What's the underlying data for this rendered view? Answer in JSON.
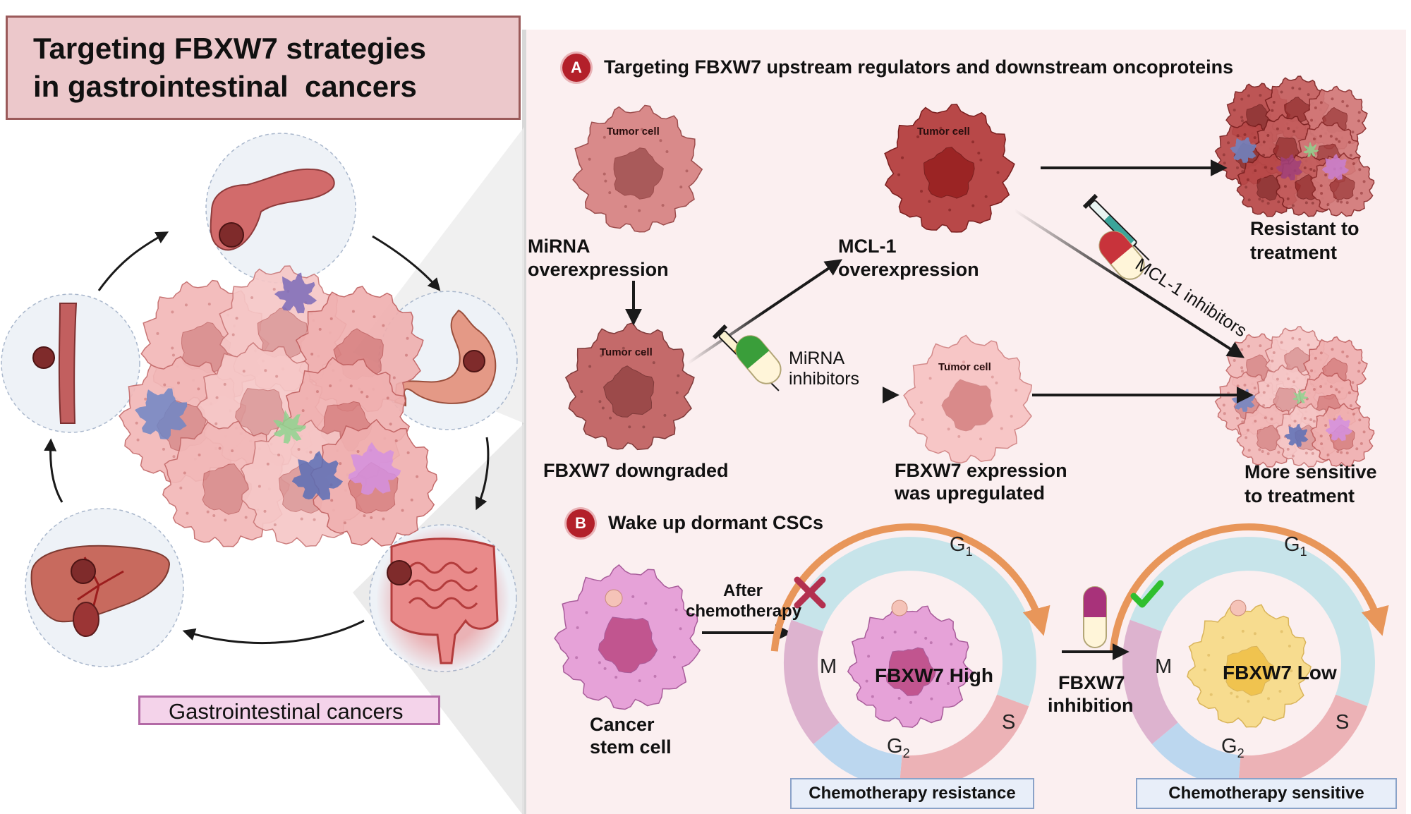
{
  "title": {
    "line1": "Targeting FBXW7 strategies",
    "line2": "in gastrointestinal  cancers"
  },
  "gi_label": "Gastrointestinal cancers",
  "panel_a": {
    "badge": "A",
    "title": "Targeting FBXW7 upstream regulators and downstream oncoproteins",
    "cell_label": "Tumor cell",
    "mirna_overexpression": [
      "MiRNA",
      "overexpression"
    ],
    "mcl1_overexpression": [
      "MCL-1",
      "overexpression"
    ],
    "resistant": [
      "Resistant to",
      "treatment"
    ],
    "mcl1_inhibitors": "MCL-1 inhibitors",
    "mirna_inhibitors": [
      "MiRNA",
      "inhibitors"
    ],
    "fbxw7_downgraded": "FBXW7 downgraded",
    "fbxw7_upregulated": [
      "FBXW7 expression",
      "was upregulated"
    ],
    "more_sensitive": [
      "More sensitive",
      "to treatment"
    ]
  },
  "panel_b": {
    "badge": "B",
    "title": "Wake up dormant CSCs",
    "after_chemo": [
      "After",
      "chemotherapy"
    ],
    "cancer_stem_cell": [
      "Cancer",
      "stem cell"
    ],
    "fbxw7_high": "FBXW7 High",
    "fbxw7_low": "FBXW7 Low",
    "fbxw7_inhibition": [
      "FBXW7",
      "inhibition"
    ],
    "chemo_resistance": "Chemotherapy resistance",
    "chemo_sensitive": "Chemotherapy sensitive",
    "phases": {
      "g1": "G",
      "g2": "G",
      "s": "S",
      "m": "M",
      "sub1": "1",
      "sub2": "2"
    }
  },
  "colors": {
    "title_bg": "#ecc8cb",
    "panel_bg": "#fbeff0",
    "badge": "#b3202a",
    "tumor_light": "#f2b8b8",
    "tumor_mid": "#c97777",
    "tumor_dark": "#b84848",
    "stem_pink": "#e6a2d8",
    "yellow_cell": "#f7dc8f",
    "cycle_teal": "#c7e4ea",
    "cycle_pink": "#ecb2b6",
    "cycle_blue": "#bcd7ef",
    "cycle_mauve": "#ddb3cf",
    "arrow_orange": "#e8965a"
  },
  "icons": [
    "pancreas-icon",
    "stomach-icon",
    "intestine-icon",
    "liver-icon",
    "esophagus-icon",
    "syringe-icon",
    "capsule-icon",
    "cross-mark-icon",
    "check-mark-icon"
  ]
}
